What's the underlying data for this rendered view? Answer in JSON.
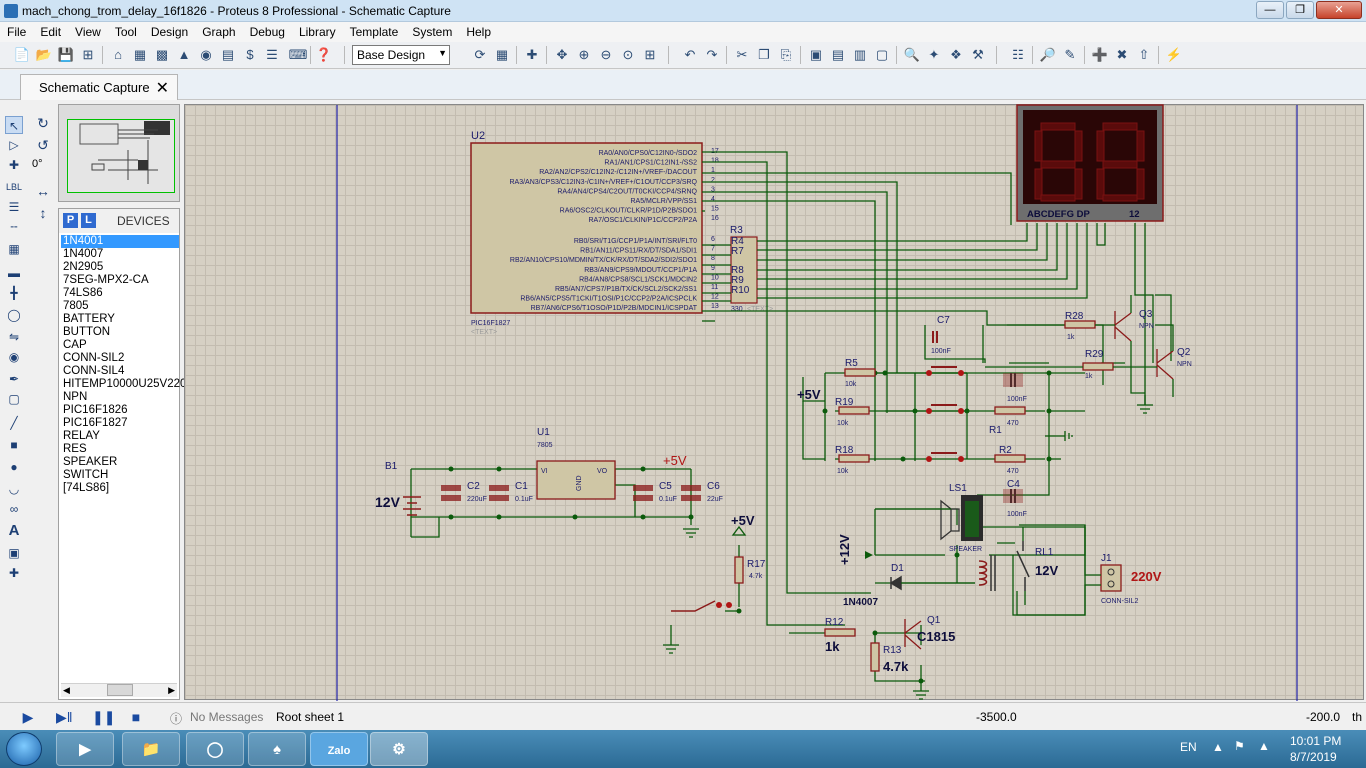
{
  "window": {
    "title": "mach_chong_trom_delay_16f1826 - Proteus 8 Professional - Schematic Capture"
  },
  "menu": [
    "File",
    "Edit",
    "View",
    "Tool",
    "Design",
    "Graph",
    "Debug",
    "Library",
    "Template",
    "System",
    "Help"
  ],
  "toolbar": {
    "design_select": "Base Design"
  },
  "tab": {
    "label": "Schematic Capture"
  },
  "sidebar": {
    "angle": "0°",
    "p_btn": "P",
    "l_btn": "L",
    "devices_title": "DEVICES",
    "devices": [
      "1N4001",
      "1N4007",
      "2N2905",
      "7SEG-MPX2-CA",
      "74LS86",
      "7805",
      "BATTERY",
      "BUTTON",
      "CAP",
      "CONN-SIL2",
      "CONN-SIL4",
      "HITEMP10000U25V220",
      "NPN",
      "PIC16F1826",
      "PIC16F1827",
      "RELAY",
      "RES",
      "SPEAKER",
      "SWITCH",
      "[74LS86]"
    ]
  },
  "schematic": {
    "mcu": {
      "ref": "U2",
      "part": "PIC16F1827",
      "text": "<TEXT>",
      "pins_a": [
        {
          "num": "17",
          "name": "RA0/AN0/CPS0/C12IN0-/SDO2"
        },
        {
          "num": "18",
          "name": "RA1/AN1/CPS1/C12IN1-/SS2"
        },
        {
          "num": "1",
          "name": "RA2/AN2/CPS2/C12IN2-/C12IN+/VREF-/DACOUT"
        },
        {
          "num": "2",
          "name": "RA3/AN3/CPS3/C12IN3-/C1IN+/VREF+/C1OUT/CCP3/SRQ"
        },
        {
          "num": "3",
          "name": "RA4/AN4/CPS4/C2OUT/T0CKI/CCP4/SRNQ"
        },
        {
          "num": "4",
          "name": "RA5/MCLR/VPP/SS1"
        },
        {
          "num": "15",
          "name": "RA6/OSC2/CLKOUT/CLKR/P1D/P2B/SDO1"
        },
        {
          "num": "16",
          "name": "RA7/OSC1/CLKIN/P1C/CCP2/P2A"
        }
      ],
      "pins_b": [
        {
          "num": "6",
          "name": "RB0/SRI/T1G/CCP1/P1A/INT/SRI/FLT0"
        },
        {
          "num": "7",
          "name": "RB1/AN11/CPS11/RX/DT/SDA1/SDI1"
        },
        {
          "num": "8",
          "name": "RB2/AN10/CPS10/MDMIN/TX/CK/RX/DT/SDA2/SDI2/SDO1"
        },
        {
          "num": "9",
          "name": "RB3/AN9/CPS9/MDOUT/CCP1/P1A"
        },
        {
          "num": "10",
          "name": "RB4/AN8/CPS8/SCL1/SCK1/MDCIN2"
        },
        {
          "num": "11",
          "name": "RB5/AN7/CPS7/P1B/TX/CK/SCL2/SCK2/SS1"
        },
        {
          "num": "12",
          "name": "RB6/AN5/CPS5/T1CKI/T1OSI/P1C/CCP2/P2A/ICSPCLK"
        },
        {
          "num": "13",
          "name": "RB7/AN6/CPS6/T1OSO/P1D/P2B/MDCIN1/ICSPDAT"
        }
      ]
    },
    "labels": {
      "rpack": [
        "R3",
        "R4",
        "R7",
        "R8",
        "R9",
        "R10"
      ],
      "rpack_val": "330",
      "rpack_text": "<TEXT>",
      "seg_pins": "ABCDEFG  DP",
      "seg_digits": "12",
      "r28": "R28",
      "r28v": "1k",
      "r29": "R29",
      "r29v": "1k",
      "q3": "Q3",
      "q3t": "NPN",
      "q2": "Q2",
      "q2t": "NPN",
      "c7": "C7",
      "c7v": "100nF",
      "c4": "C4",
      "c4v": "100nF",
      "c3v": "100nF",
      "r5": "R5",
      "r5v": "10k",
      "r19": "R19",
      "r19v": "10k",
      "r18": "R18",
      "r18v": "10k",
      "r1": "R1",
      "r1v": "470",
      "r2": "R2",
      "r2v": "470",
      "r6v": "470",
      "plus5": "+5V",
      "plus12": "+12V",
      "u1": "U1",
      "u1p": "7805",
      "vi": "VI",
      "vo": "VO",
      "gnd": "GND",
      "b1": "B1",
      "v12": "12V",
      "c2": "C2",
      "c2v": "220uF",
      "c1": "C1",
      "c1v": "0.1uF",
      "c5": "C5",
      "c5v": "0.1uF",
      "c6": "C6",
      "c6v": "22uF",
      "ls1": "LS1",
      "speaker": "SPEAKER",
      "d1": "D1",
      "d1p": "1N4007",
      "rl1": "RL1",
      "rlv": "12V",
      "j1": "J1",
      "j1p": "CONN-SIL2",
      "v220": "220V",
      "r17": "R17",
      "r17v": "4.7k",
      "r12": "R12",
      "r12v": "1k",
      "r13": "R13",
      "r13v": "4.7k",
      "q1": "Q1",
      "q1p": "C1815",
      "text": "<TEXT>"
    }
  },
  "status": {
    "messages": "No Messages",
    "sheet": "Root sheet 1",
    "x": "-3500.0",
    "y": "-200.0",
    "unit": "th"
  },
  "taskbar": {
    "lang": "EN",
    "time": "10:01 PM",
    "date": "8/7/2019",
    "zalo": "Zalo"
  }
}
